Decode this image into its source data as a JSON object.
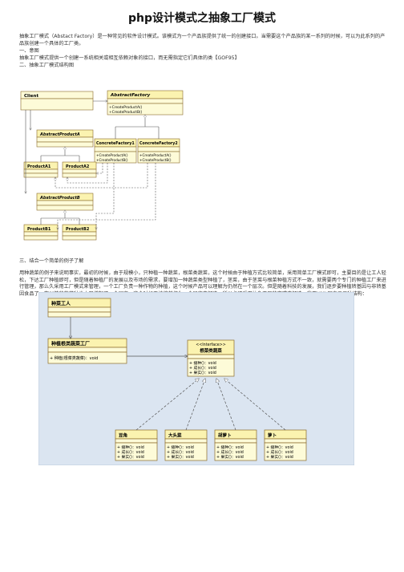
{
  "title": "php设计模式之抽象工厂模式",
  "intro": "抽象工厂模式（Abstact Factory）是一种常见的软件设计模式。该模式为一个产品族提供了统一的创建接口。当需要这个产品族的某一系列的时候，可以为此系列的产品族创建一个具体的工厂类。",
  "section1_heading": "一、意图",
  "section1_text": "抽象工厂模式提供一个创建一系统相关或相互依赖对象的接口，而无需指定它们具体的类【GOF95】",
  "section2_heading": "二、抽象工厂模式结构图",
  "diagram1": {
    "client": "Client",
    "abstract_factory": "AbstractFactory",
    "af_methods": [
      "+CreateProductA()",
      "+CreateProductB()"
    ],
    "abstract_product_a": "AbstractProductA",
    "concrete_factory_1": "ConcreteFactory1",
    "concrete_factory_2": "ConcreteFactory2",
    "cf1_methods": [
      "+CreateProductA()",
      "+CreateProductB()"
    ],
    "cf2_methods": [
      "+CreateProductA()",
      "+CreateProductB()"
    ],
    "product_a1": "ProductA1",
    "product_a2": "ProductA2",
    "abstract_product_b": "AbstractProductB",
    "product_b1": "ProductB1",
    "product_b2": "ProductB2"
  },
  "section3_heading": "三、结合一个简单的例子了解",
  "section3_text": "用种蔬菜的例子来说明事实，最初的时候，由于规模小，只种植一种蔬菜，根菜类蔬菜，这个时候由于种植方式比较简单，采用简单工厂模式即可，主要目的是让工人轻松，下达工厂种植即可，但是随着种植厂的发展以及市场的需求，要增加一种蔬菜类型种植了，茎菜，由于茎菜与根菜种植方式不一致，就需要两个专门的种植工厂来进行管理，那么久采用工厂模式来管理，一个工厂负责一种作物的种植，这个时候产品可以理解为仍然在一个层次。但是随着科技的发展，我们逐步要种植转基因与非转基因食品了，在以前的蔬菜种类上又增加了一个层次，这个时候无法将其作为一个层次来解决，所以必须采用抽象工厂的方式来解决。我用UML图表示三种结构：",
  "diagram2": {
    "worker": "种菜工人",
    "root_factory": "种植根类蔬菜工厂",
    "root_factory_method": "+  种植(根菜类蔬菜)：void",
    "interface_stereotype": "<<Interface>>",
    "interface_name": "根菜类蔬菜",
    "interface_methods": [
      "+  播种()：void",
      "+  成长()：void",
      "+  果实()：void"
    ],
    "classes": [
      {
        "name": "豆角",
        "methods": [
          "+  播种()：void",
          "+  成长()：void",
          "+  果实()：void"
        ]
      },
      {
        "name": "大头菜",
        "methods": [
          "+  播种()：void",
          "+  成长()：void",
          "+  果实()：void"
        ]
      },
      {
        "name": "胡萝卜",
        "methods": [
          "+  播种()：void",
          "+  成长()：void",
          "+  果实()：void"
        ]
      },
      {
        "name": "萝卜",
        "methods": [
          "+  播种()：void",
          "+  成长()：void",
          "+  果实()：void"
        ]
      }
    ]
  },
  "colors": {
    "uml_fill": "#fdfbd8",
    "uml_header": "#fbf3b0",
    "uml_stroke": "#8a6a2a",
    "diagram_bg": "#dbe5f1"
  }
}
